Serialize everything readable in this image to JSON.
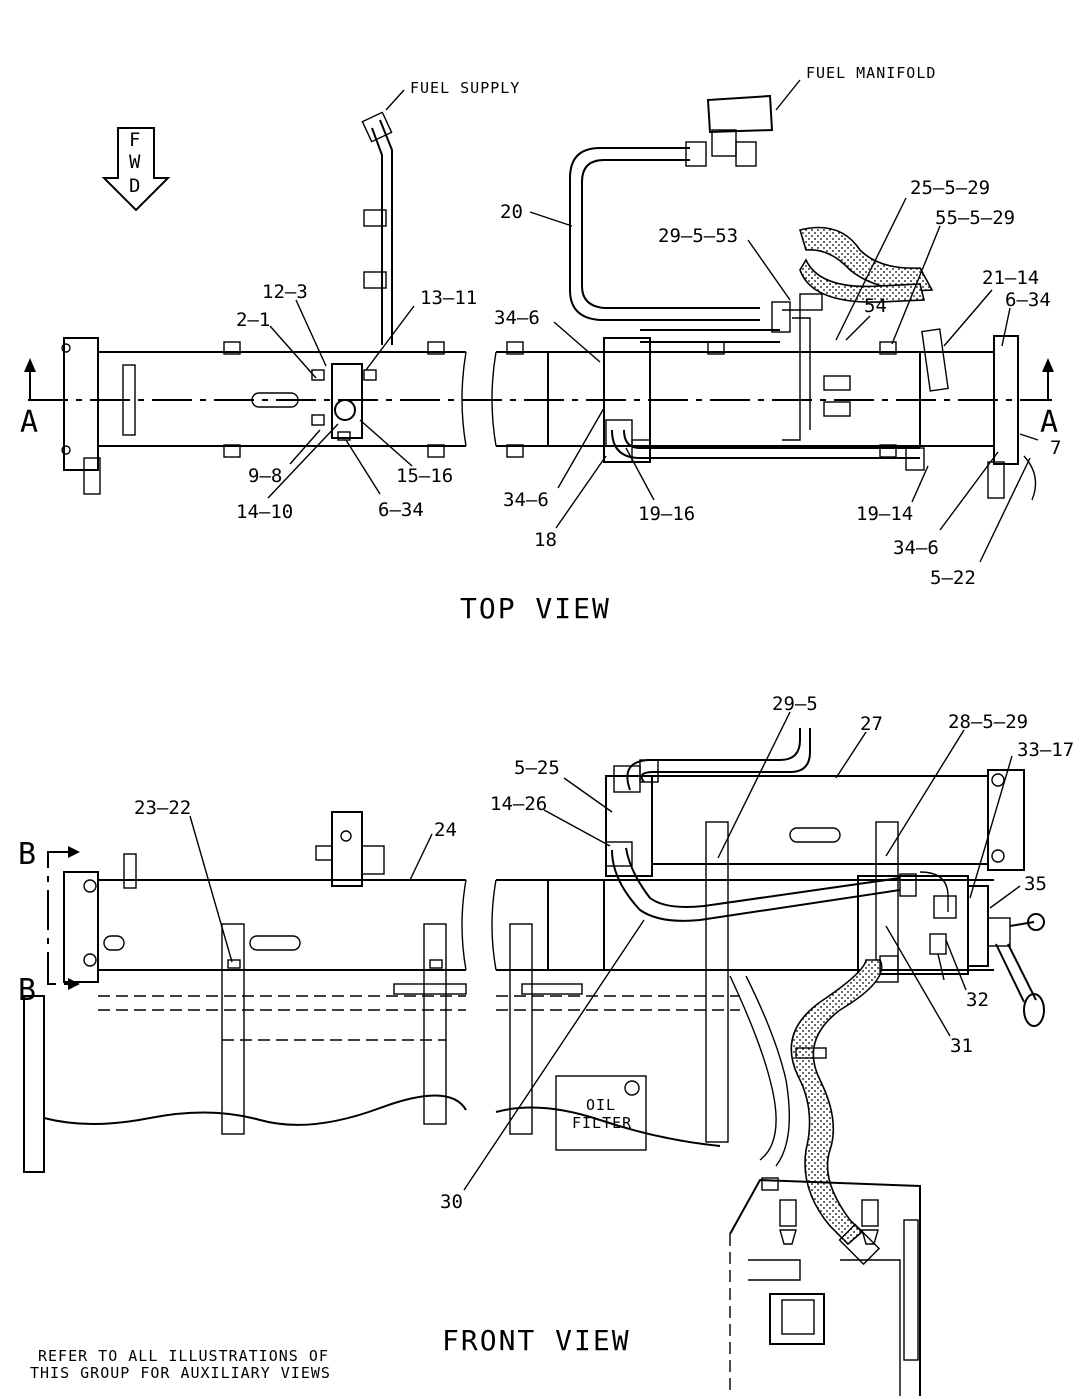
{
  "views": {
    "top_title": "TOP VIEW",
    "front_title": "FRONT VIEW"
  },
  "notes": {
    "fuel_supply": "FUEL SUPPLY",
    "fuel_manifold": "FUEL MANIFOLD",
    "oil_filter_line1": "OIL",
    "oil_filter_line2": "FILTER",
    "refer_line1": "REFER TO ALL ILLUSTRATIONS OF",
    "refer_line2": "THIS GROUP FOR AUXILIARY VIEWS"
  },
  "fwd_arrow": [
    "F",
    "W",
    "D"
  ],
  "section_marks": {
    "a_left": "A",
    "a_right": "A",
    "b_top": "B",
    "b_bottom": "B"
  },
  "callouts_top": [
    {
      "id": "c20",
      "text": "20"
    },
    {
      "id": "c29-5-53",
      "text": "29–5–53"
    },
    {
      "id": "c25-5-29",
      "text": "25–5–29"
    },
    {
      "id": "c55-5-29",
      "text": "55–5–29"
    },
    {
      "id": "c54",
      "text": "54"
    },
    {
      "id": "c21-14",
      "text": "21–14"
    },
    {
      "id": "c6-34-r",
      "text": "6–34"
    },
    {
      "id": "c12-3",
      "text": "12–3"
    },
    {
      "id": "c2-1",
      "text": "2–1"
    },
    {
      "id": "c13-11",
      "text": "13–11"
    },
    {
      "id": "c34-6-a",
      "text": "34–6"
    },
    {
      "id": "c9-8",
      "text": "9–8"
    },
    {
      "id": "c15-16",
      "text": "15–16"
    },
    {
      "id": "c14-10",
      "text": "14–10"
    },
    {
      "id": "c6-34-b",
      "text": "6–34"
    },
    {
      "id": "c34-6-b",
      "text": "34–6"
    },
    {
      "id": "c18",
      "text": "18"
    },
    {
      "id": "c19-16",
      "text": "19–16"
    },
    {
      "id": "c19-14",
      "text": "19–14"
    },
    {
      "id": "c7",
      "text": "7"
    },
    {
      "id": "c34-6-c",
      "text": "34–6"
    },
    {
      "id": "c5-22",
      "text": "5–22"
    }
  ],
  "callouts_front": [
    {
      "id": "c29-5",
      "text": "29–5"
    },
    {
      "id": "c27",
      "text": "27"
    },
    {
      "id": "c28-5-29",
      "text": "28–5–29"
    },
    {
      "id": "c33-17",
      "text": "33–17"
    },
    {
      "id": "c5-25",
      "text": "5–25"
    },
    {
      "id": "c14-26",
      "text": "14–26"
    },
    {
      "id": "c23-22",
      "text": "23–22"
    },
    {
      "id": "c24",
      "text": "24"
    },
    {
      "id": "c35",
      "text": "35"
    },
    {
      "id": "c32",
      "text": "32"
    },
    {
      "id": "c31",
      "text": "31"
    },
    {
      "id": "c30",
      "text": "30"
    }
  ]
}
